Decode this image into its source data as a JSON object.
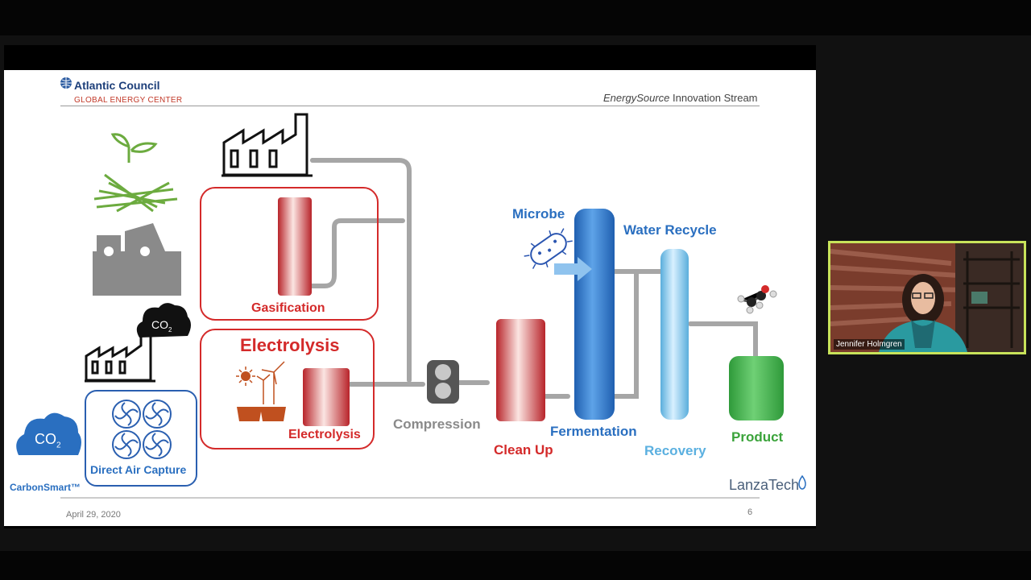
{
  "header": {
    "org_name": "Atlantic Council",
    "org_sub": "GLOBAL ENERGY CENTER",
    "stream_italic": "EnergySource",
    "stream_rest": " Innovation Stream"
  },
  "labels": {
    "gasification": "Gasification",
    "electrolysis_title": "Electrolysis",
    "electrolysis_sub": "Electrolysis",
    "compression": "Compression",
    "clean_up": "Clean Up",
    "microbe": "Microbe",
    "fermentation": "Fermentation",
    "water_recycle": "Water Recycle",
    "recovery": "Recovery",
    "product": "Product",
    "direct_air_capture": "Direct Air Capture",
    "co2_main": "CO",
    "co2_sub": "2",
    "carbonsmart": "CarbonSmart™",
    "lanzatech": "LanzaTech"
  },
  "footer": {
    "date": "April 29, 2020",
    "page_number": "6"
  },
  "video": {
    "participant_name": "Jennifer Holmgren"
  },
  "colors": {
    "red": "#d42a2a",
    "blue": "#2a6fc0",
    "light_blue": "#5bb0e0",
    "green": "#3aa33a",
    "gray": "#8a8a8a",
    "highlight": "#c8e35a"
  }
}
